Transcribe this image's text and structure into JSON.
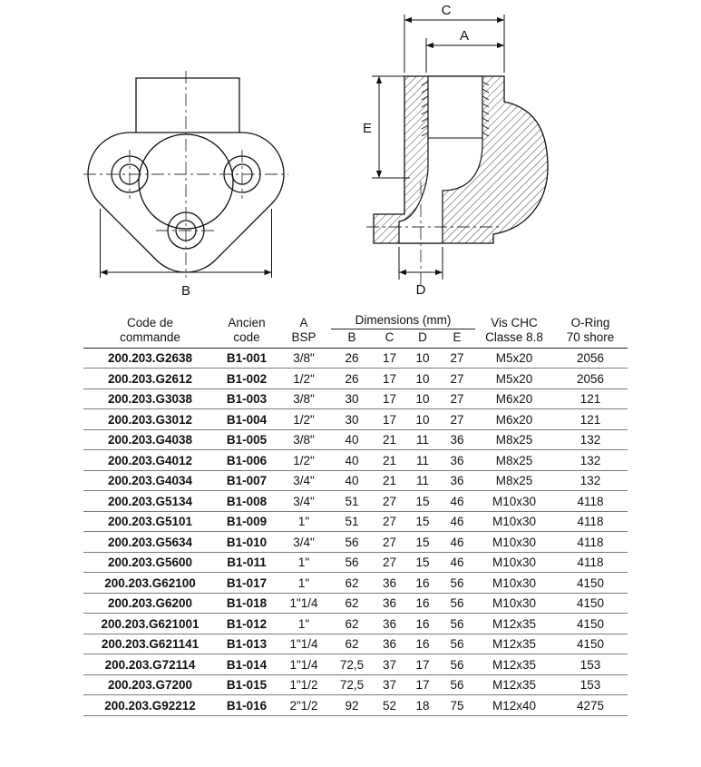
{
  "drawing": {
    "labels": {
      "A": "A",
      "B": "B",
      "C": "C",
      "D": "D",
      "E": "E"
    }
  },
  "table": {
    "headers": {
      "code": "Code de\ncommande",
      "ancien": "Ancien\ncode",
      "a_bsp": "A\nBSP",
      "dimensions": "Dimensions (mm)",
      "dim_cols": [
        "B",
        "C",
        "D",
        "E"
      ],
      "vis": "Vis CHC\nClasse 8.8",
      "oring": "O-Ring\n70 shore"
    },
    "rows": [
      [
        "200.203.G2638",
        "B1-001",
        "3/8\"",
        "26",
        "17",
        "10",
        "27",
        "M5x20",
        "2056"
      ],
      [
        "200.203.G2612",
        "B1-002",
        "1/2\"",
        "26",
        "17",
        "10",
        "27",
        "M5x20",
        "2056"
      ],
      [
        "200.203.G3038",
        "B1-003",
        "3/8\"",
        "30",
        "17",
        "10",
        "27",
        "M6x20",
        "121"
      ],
      [
        "200.203.G3012",
        "B1-004",
        "1/2\"",
        "30",
        "17",
        "10",
        "27",
        "M6x20",
        "121"
      ],
      [
        "200.203.G4038",
        "B1-005",
        "3/8\"",
        "40",
        "21",
        "11",
        "36",
        "M8x25",
        "132"
      ],
      [
        "200.203.G4012",
        "B1-006",
        "1/2\"",
        "40",
        "21",
        "11",
        "36",
        "M8x25",
        "132"
      ],
      [
        "200.203.G4034",
        "B1-007",
        "3/4\"",
        "40",
        "21",
        "11",
        "36",
        "M8x25",
        "132"
      ],
      [
        "200.203.G5134",
        "B1-008",
        "3/4\"",
        "51",
        "27",
        "15",
        "46",
        "M10x30",
        "4118"
      ],
      [
        "200.203.G5101",
        "B1-009",
        "1\"",
        "51",
        "27",
        "15",
        "46",
        "M10x30",
        "4118"
      ],
      [
        "200.203.G5634",
        "B1-010",
        "3/4\"",
        "56",
        "27",
        "15",
        "46",
        "M10x30",
        "4118"
      ],
      [
        "200.203.G5600",
        "B1-011",
        "1\"",
        "56",
        "27",
        "15",
        "46",
        "M10x30",
        "4118"
      ],
      [
        "200.203.G62100",
        "B1-017",
        "1\"",
        "62",
        "36",
        "16",
        "56",
        "M10x30",
        "4150"
      ],
      [
        "200.203.G6200",
        "B1-018",
        "1\"1/4",
        "62",
        "36",
        "16",
        "56",
        "M10x30",
        "4150"
      ],
      [
        "200.203.G621001",
        "B1-012",
        "1\"",
        "62",
        "36",
        "16",
        "56",
        "M12x35",
        "4150"
      ],
      [
        "200.203.G621141",
        "B1-013",
        "1\"1/4",
        "62",
        "36",
        "16",
        "56",
        "M12x35",
        "4150"
      ],
      [
        "200.203.G72114",
        "B1-014",
        "1\"1/4",
        "72,5",
        "37",
        "17",
        "56",
        "M12x35",
        "153"
      ],
      [
        "200.203.G7200",
        "B1-015",
        "1\"1/2",
        "72,5",
        "37",
        "17",
        "56",
        "M12x35",
        "153"
      ],
      [
        "200.203.G92212",
        "B1-016",
        "2\"1/2",
        "92",
        "52",
        "18",
        "75",
        "M12x40",
        "4275"
      ]
    ]
  }
}
